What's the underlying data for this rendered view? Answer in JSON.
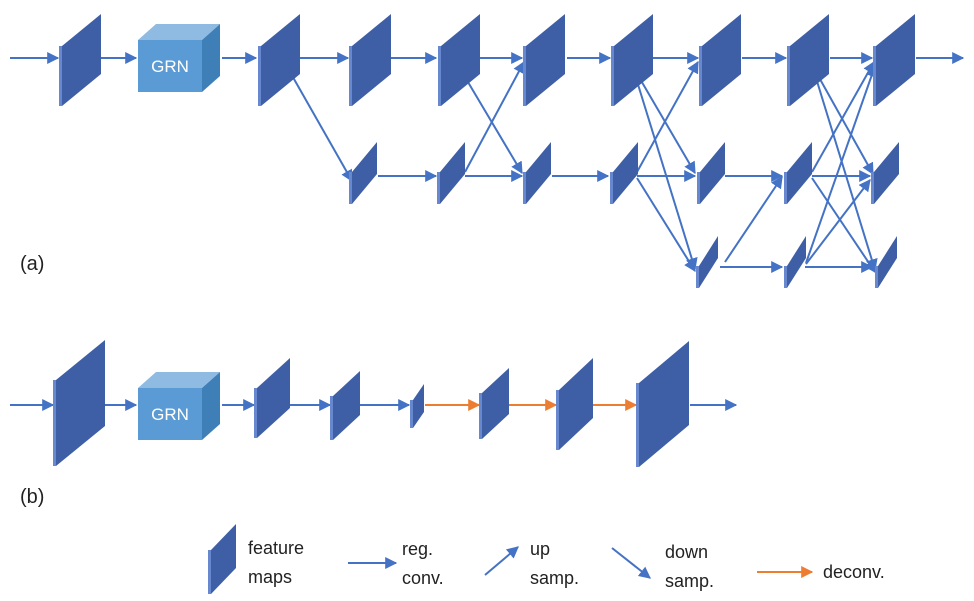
{
  "panels": {
    "a": {
      "label": "(a)"
    },
    "b": {
      "label": "(b)"
    }
  },
  "blocks": {
    "grn_label": "GRN"
  },
  "legend": {
    "feature_maps": [
      "feature",
      "maps"
    ],
    "reg_conv": [
      "reg.",
      "conv."
    ],
    "up_samp": [
      "up",
      "samp."
    ],
    "down_samp": [
      "down",
      "samp."
    ],
    "deconv": [
      "deconv."
    ]
  },
  "colors": {
    "feature_map_face": "#3e5fa6",
    "feature_map_side": "#6788cf",
    "arrow_blue": "#4472c4",
    "arrow_orange": "#ed7d31",
    "grn_front": "#5b9bd5",
    "grn_top": "#8fbbe3",
    "grn_side": "#3f7fb8"
  }
}
